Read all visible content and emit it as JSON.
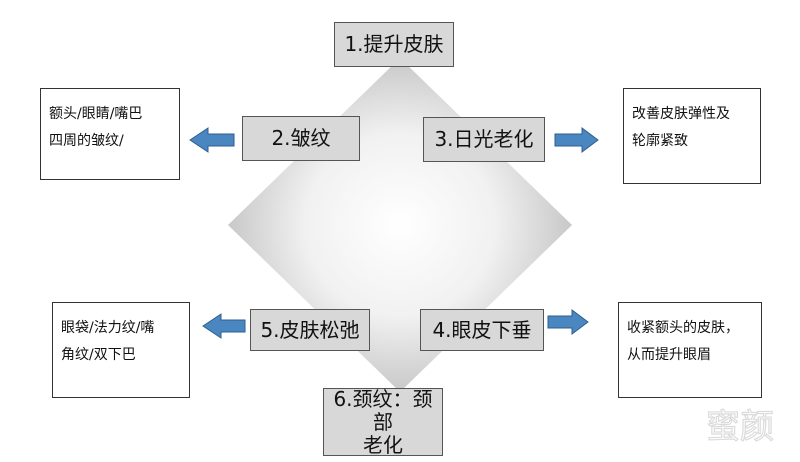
{
  "colors": {
    "center_box_fill": "#d8d8d8",
    "arrow_fill": "#4a86c0",
    "arrow_stroke": "#2e5f8e",
    "diamond_center": "#ffffff",
    "diamond_edge": "#c8c8c8"
  },
  "items": {
    "lift": "1.提升皮肤",
    "wrinkles": "2.皱纹",
    "photoaging": "3.日光老化",
    "droop": "4.眼皮下垂",
    "sagging": "5.皮肤松弛",
    "neck": "6.颈纹：颈部\n老化"
  },
  "notes": {
    "wrinkles": "额头/眼睛/嘴巴\n四周的皱纹/",
    "photoaging": "改善皮肤弹性及\n轮廓紧致",
    "droop": "收紧额头的皮肤，\n从而提升眼眉",
    "sagging": "眼袋/法力纹/嘴\n角纹/双下巴"
  },
  "watermark": "蜜颜"
}
